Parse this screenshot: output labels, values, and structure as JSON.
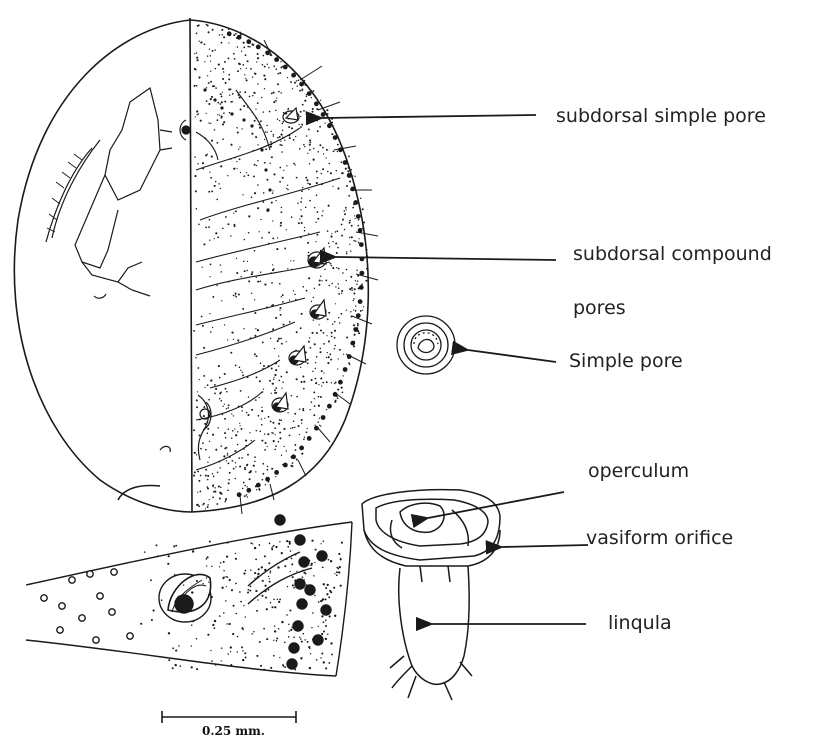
{
  "labels": {
    "subdorsal_simple_pore": "subdorsal simple pore",
    "subdorsal_compound_line1": "subdorsal compound",
    "subdorsal_compound_line2": "pores",
    "simple_pore": "Simple pore",
    "operculum": "operculum",
    "vasiform_orifice": "vasiform orifice",
    "linqula": "linqula"
  },
  "scale_bar": {
    "label": "0.25 mm."
  },
  "colors": {
    "ink": "#1a1a1a",
    "paper": "#ffffff"
  }
}
